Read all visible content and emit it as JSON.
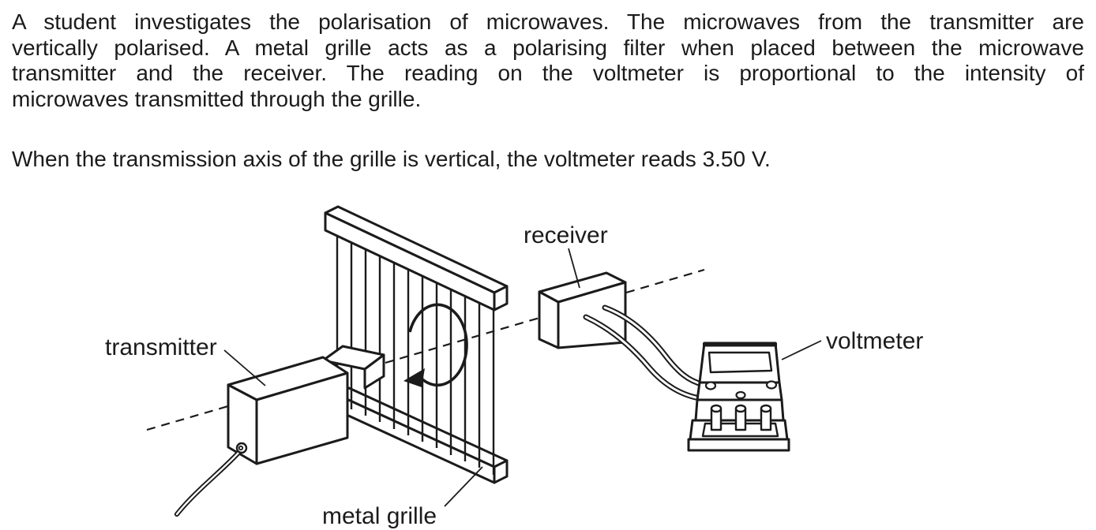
{
  "intro": {
    "lines": [
      "A student investigates the polarisation of microwaves. The microwaves from the transmitter are",
      "vertically polarised. A metal grille acts as a polarising filter when placed between the microwave",
      "transmitter and the receiver. The reading on the voltmeter is proportional to the intensity of",
      "microwaves transmitted through the grille."
    ]
  },
  "condition": {
    "text": "When the transmission axis of the grille is vertical, the voltmeter reads 3.50 V.",
    "voltmeter_reads": "3.50 V"
  },
  "diagram": {
    "labels": {
      "transmitter": "transmitter",
      "receiver": "receiver",
      "voltmeter": "voltmeter",
      "metal_grille": "metal grille"
    },
    "colors": {
      "ink": "#1b1b1b",
      "paper": "#ffffff"
    }
  }
}
